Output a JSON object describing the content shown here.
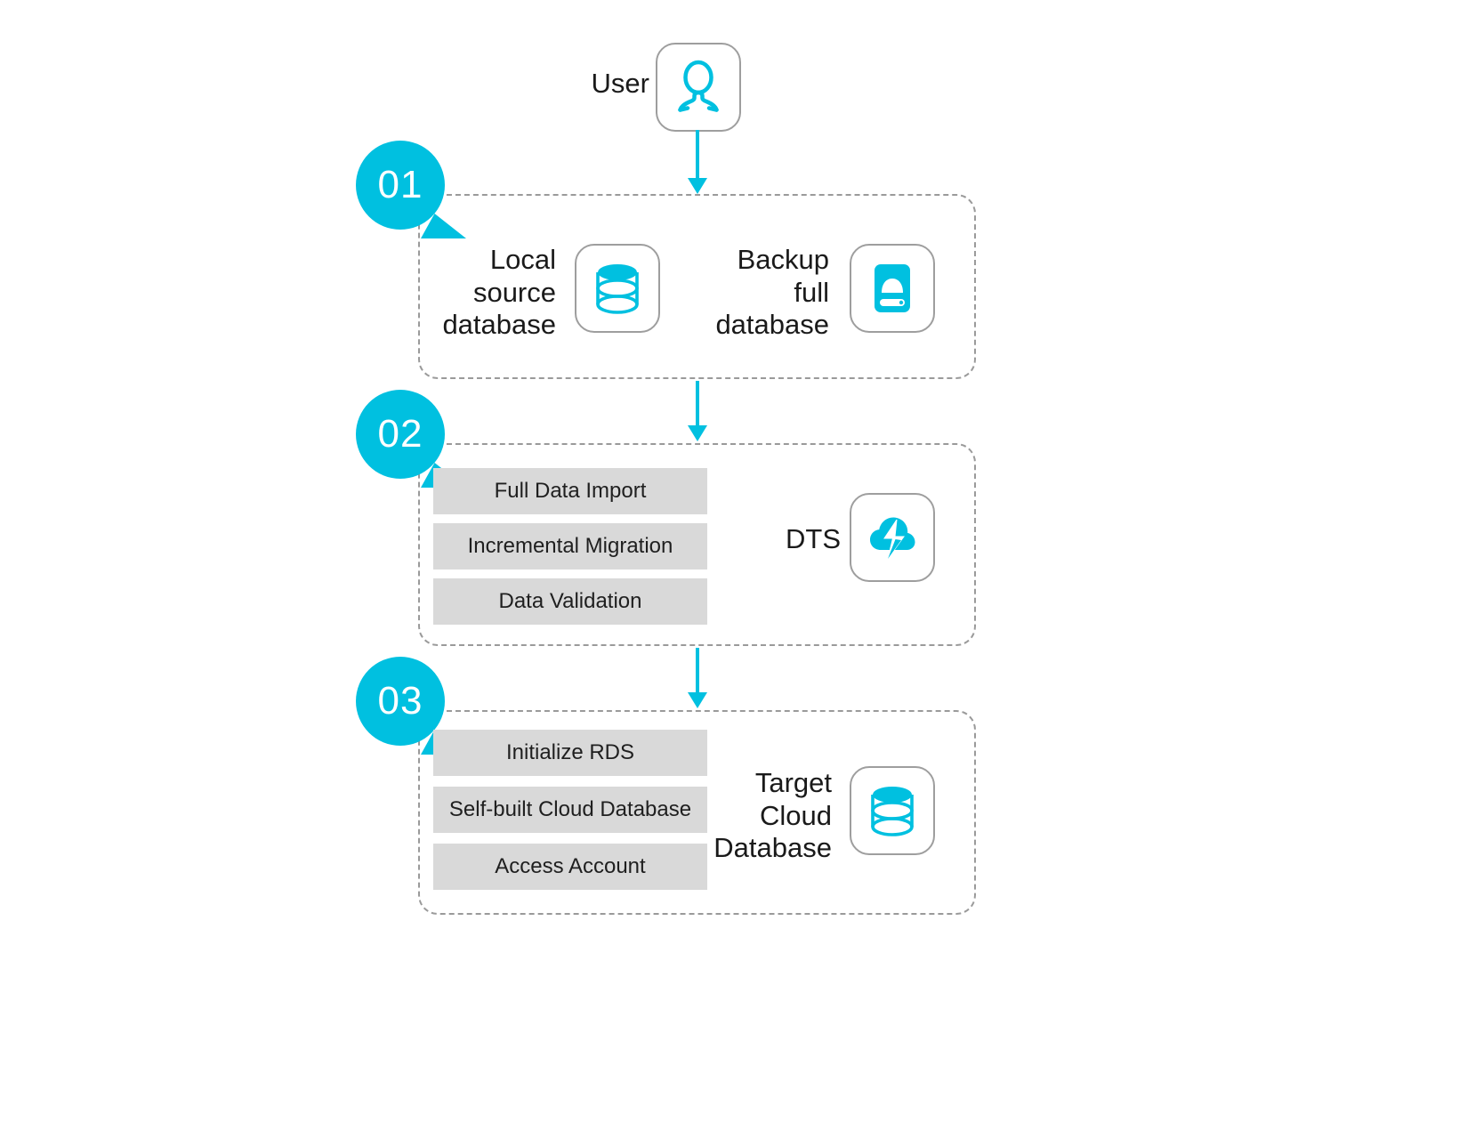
{
  "colors": {
    "accent": "#00c0e0",
    "bar_fill": "#d9d9d9",
    "dashed_border": "#9a9a9a",
    "tile_border": "#9e9e9e",
    "text": "#1a1a1a",
    "background": "#ffffff"
  },
  "actor": {
    "label": "User",
    "icon": "user-icon"
  },
  "steps": [
    {
      "number": "01",
      "nodes": [
        {
          "label": "Local\nsource\ndatabase",
          "icon": "database-cylinder-icon"
        },
        {
          "label": "Backup\nfull\ndatabase",
          "icon": "hard-drive-icon"
        }
      ],
      "tasks": []
    },
    {
      "number": "02",
      "nodes": [
        {
          "label": "DTS",
          "icon": "dts-cloud-bolt-icon"
        }
      ],
      "tasks": [
        "Full Data Import",
        "Incremental Migration",
        "Data Validation"
      ]
    },
    {
      "number": "03",
      "nodes": [
        {
          "label": "Target\nCloud\nDatabase",
          "icon": "database-cylinder-icon"
        }
      ],
      "tasks": [
        "Initialize RDS",
        "Self-built Cloud Database",
        "Access Account"
      ]
    }
  ],
  "connectors": [
    {
      "name": "user-to-step-01"
    },
    {
      "name": "step-01-to-step-02"
    },
    {
      "name": "step-02-to-step-03"
    }
  ]
}
